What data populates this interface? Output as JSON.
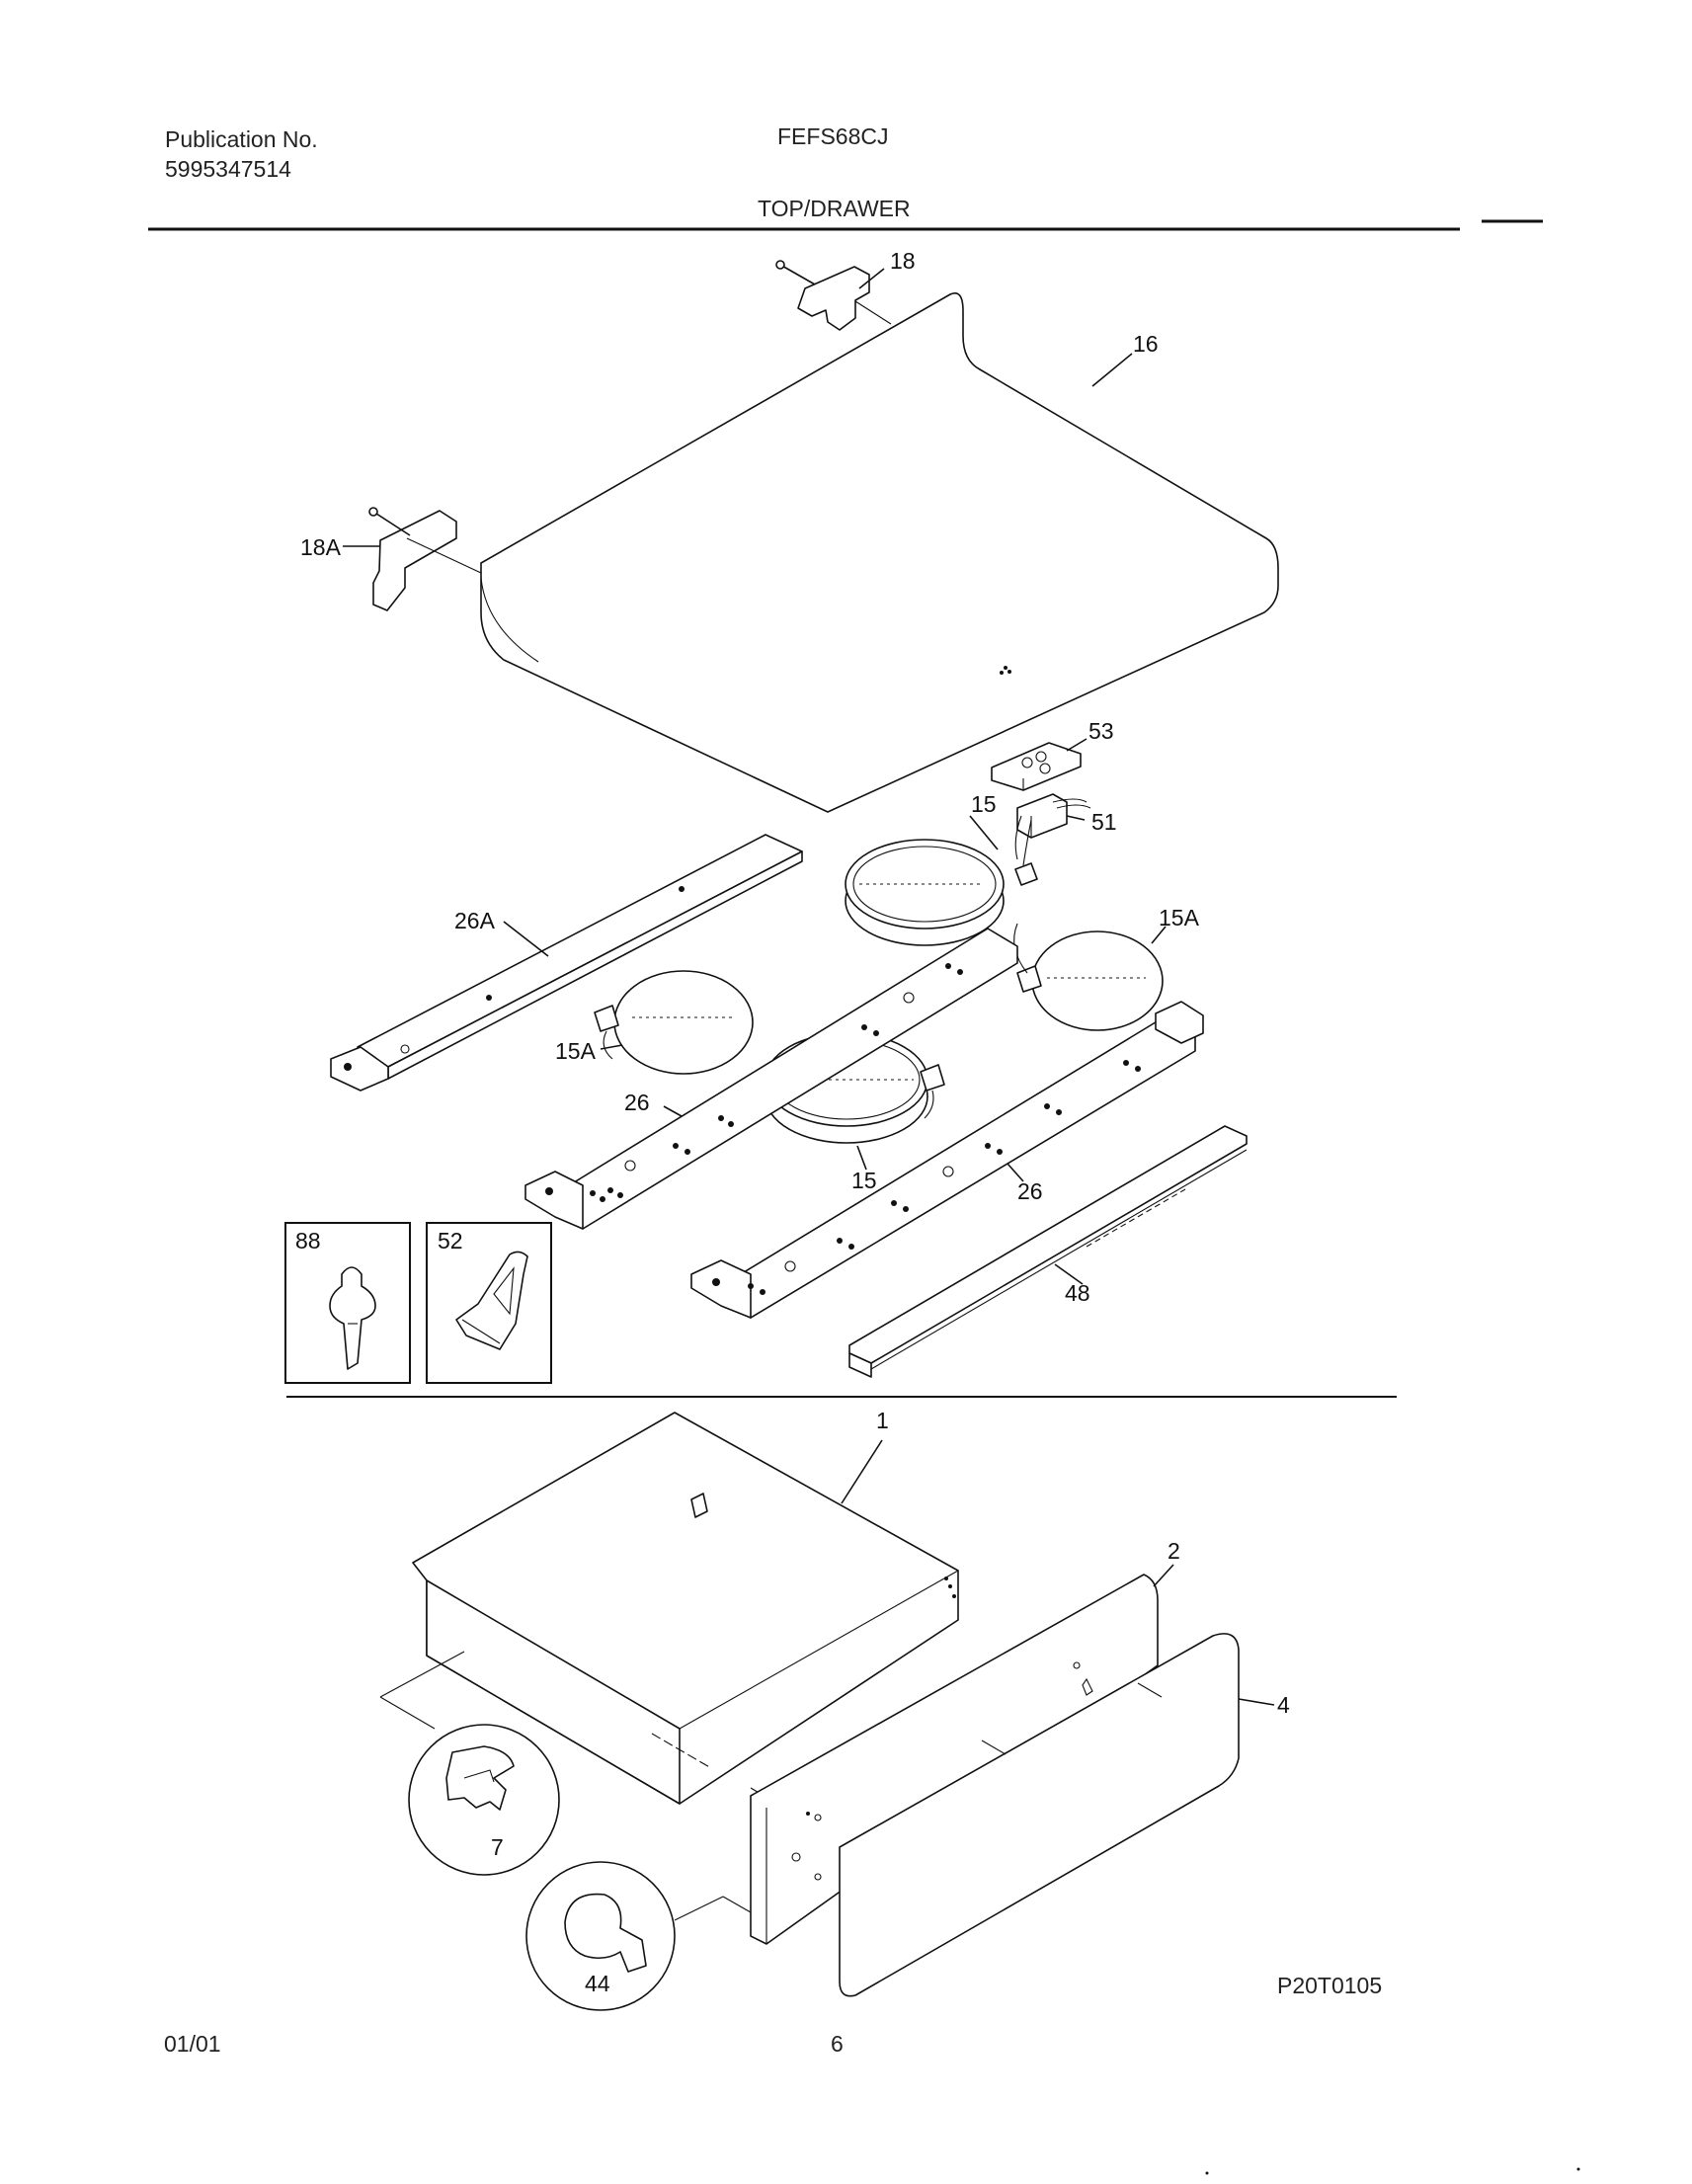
{
  "header": {
    "publication_label": "Publication No.",
    "publication_number": "5995347514",
    "model": "FEFS68CJ",
    "section_title": "TOP/DRAWER"
  },
  "callouts": {
    "p18": "18",
    "p16": "16",
    "p18a": "18A",
    "p53": "53",
    "p15_top": "15",
    "p51": "51",
    "p26a": "26A",
    "p15a_right": "15A",
    "p15a_left": "15A",
    "p26_left": "26",
    "p15_bottom": "15",
    "p26_right": "26",
    "p48": "48",
    "p88": "88",
    "p52": "52",
    "p1": "1",
    "p2": "2",
    "p4": "4",
    "p7": "7",
    "p44": "44"
  },
  "footer": {
    "diagram_code": "P20T0105",
    "date": "01/01",
    "page_number": "6"
  }
}
